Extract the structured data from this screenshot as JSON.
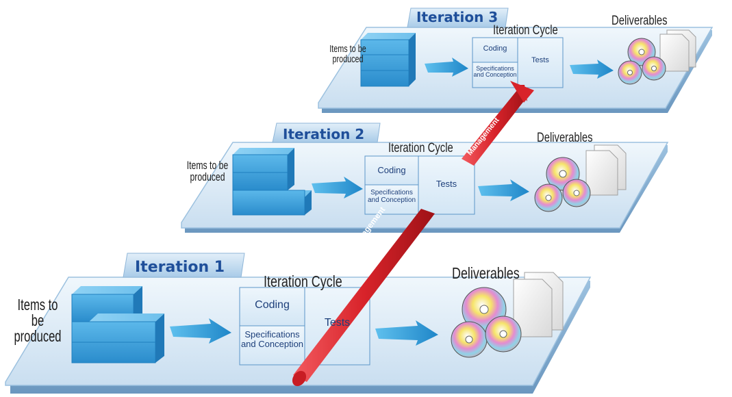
{
  "iterations": [
    {
      "tab_label": "Iteration 3",
      "items_label": "Items to be produced",
      "cycle_label": "Iteration Cycle",
      "coding_label": "Coding",
      "spec_label": "Specifications and Conception",
      "tests_label": "Tests",
      "deliverables_label": "Deliverables"
    },
    {
      "tab_label": "Iteration 2",
      "items_label": "Items to be produced",
      "cycle_label": "Iteration Cycle",
      "coding_label": "Coding",
      "spec_label": "Specifications and Conception",
      "tests_label": "Tests",
      "deliverables_label": "Deliverables"
    },
    {
      "tab_label": "Iteration 1",
      "items_label": "Items to be produced",
      "cycle_label": "Iteration Cycle",
      "coding_label": "Coding",
      "spec_label": "Specifications and Conception",
      "tests_label": "Tests",
      "deliverables_label": "Deliverables"
    }
  ],
  "management_labels": [
    "Management",
    "Management"
  ],
  "colors": {
    "platform_top": "#dcebf6",
    "platform_side": "#8fb6d8",
    "tab": "#b9d6ee",
    "tab_text": "#1f4f9a",
    "block": "#3fa3dc",
    "arrow": "#2b9ad6",
    "management_arrow": "#d8232a"
  }
}
